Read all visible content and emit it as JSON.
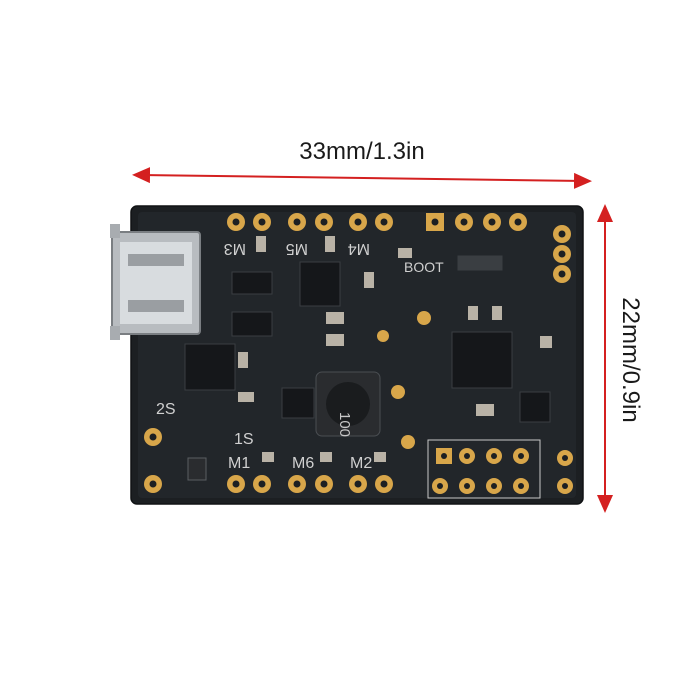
{
  "dimensions": {
    "width_label": "33mm/1.3in",
    "height_label": "22mm/0.9in"
  },
  "silkscreen": {
    "m3": "M3",
    "m5": "M5",
    "m4": "M4",
    "boot": "BOOT",
    "inductor": "100",
    "s2": "2S",
    "s1": "1S",
    "m1": "M1",
    "m6": "M6",
    "m2": "M2"
  },
  "colors": {
    "arrow": "#d42020",
    "pcb": "#1c1f22",
    "pad_gold": "#d8a64a",
    "silkscreen": "#d0d0d0"
  }
}
